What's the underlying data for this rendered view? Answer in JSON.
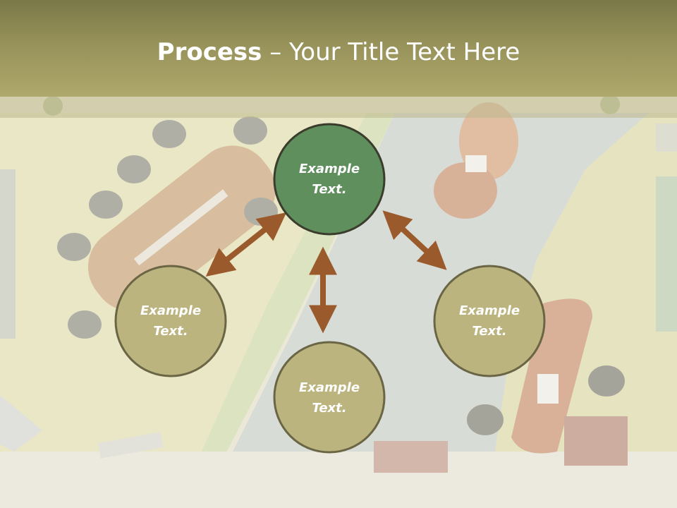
{
  "title": {
    "bold": "Process",
    "dash": " – ",
    "rest": "Your Title Text Here"
  },
  "nodes": [
    {
      "line1": "Example",
      "line2": "Text."
    },
    {
      "line1": "Example",
      "line2": "Text."
    },
    {
      "line1": "Example",
      "line2": "Text."
    },
    {
      "line1": "Example",
      "line2": "Text."
    }
  ],
  "colors": {
    "title_bar": "#9a955c",
    "center_node": "#5f8f5c",
    "outer_node": "#bcb47e",
    "node_outline": "#4f4a33",
    "arrow": "#9a5a2c"
  }
}
